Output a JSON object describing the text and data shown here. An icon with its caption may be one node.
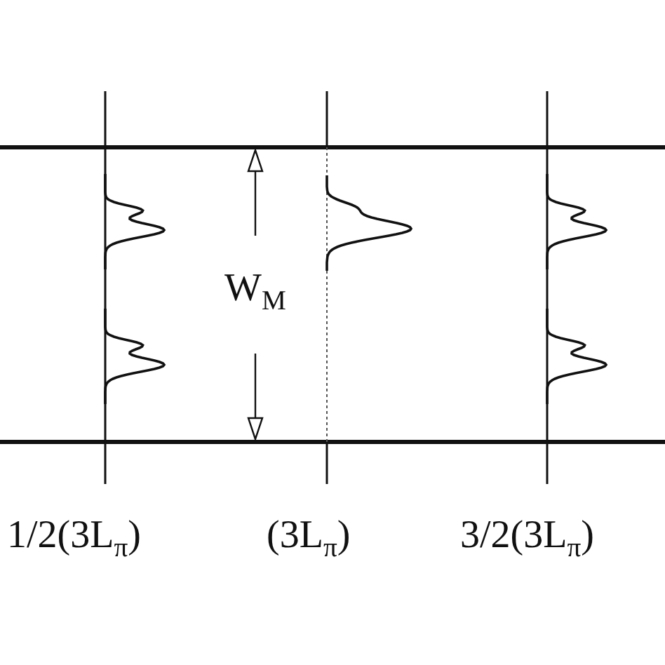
{
  "diagram": {
    "labels": [
      "W$_{M}$",
      "1/2(3L$_{π}$)",
      "(3L$_{π}$)",
      "3/2(3L$_{π}$)"
    ]
  }
}
